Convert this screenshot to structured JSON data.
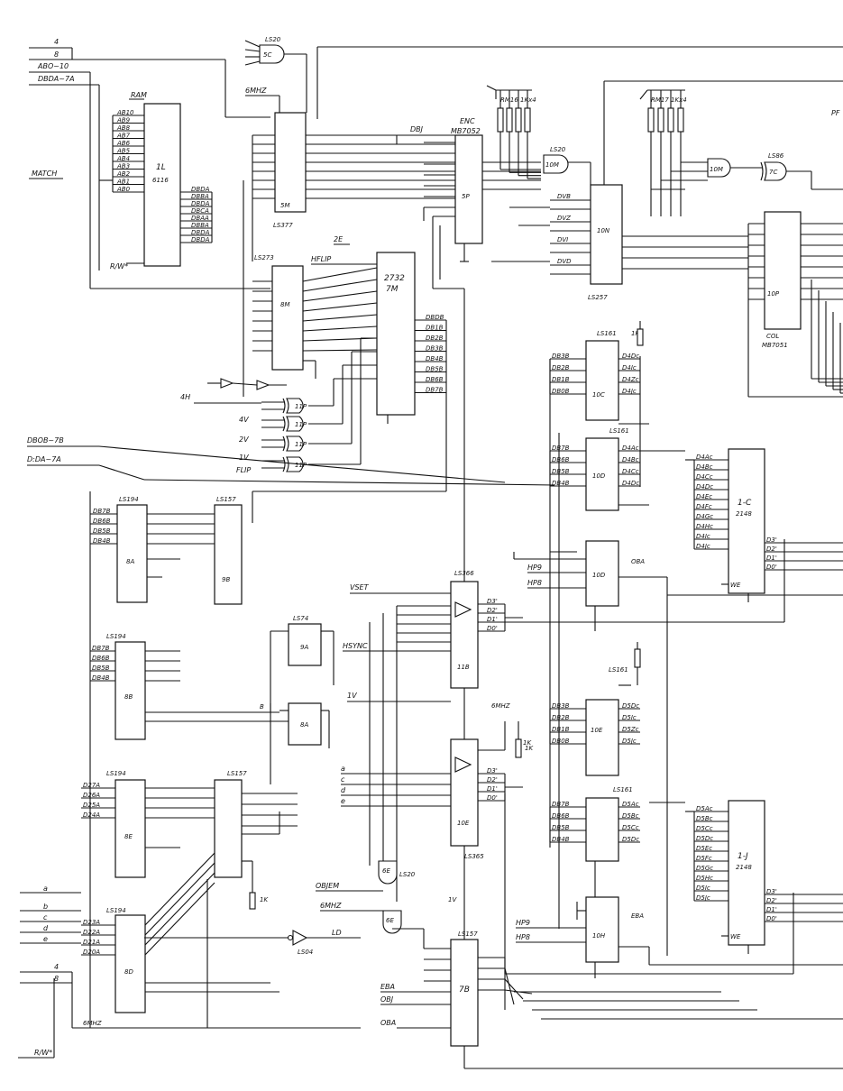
{
  "signals": {
    "top_in": [
      "4",
      "8"
    ],
    "abo": "ABO~10",
    "dbda": "DBDA~7A",
    "match": "MATCH",
    "rw": "R/W*",
    "sixmhz": "6MHZ",
    "dbob": "DBOB~7B",
    "dida": "D:DA~7A",
    "hn": "4H",
    "v4": "4V",
    "v2": "2V",
    "v1": "1V",
    "flip": "FLIP",
    "hflip": "HFLIP",
    "twoe": "2E",
    "vset": "VSET",
    "hsync": "HSYNC",
    "one_v": "1V",
    "obj_em": "OBJEM",
    "six_mhz2": "6MHZ",
    "ld": "LD",
    "eba": "EBA",
    "obj": "OBJ",
    "oba": "OBA",
    "hpp": "HP9",
    "hp8": "HP8",
    "a_e": [
      "a",
      "c",
      "d",
      "e"
    ],
    "left_stack": [
      "a",
      "b",
      "c",
      "d",
      "e"
    ],
    "one_k": "1K",
    "dbj": "DBJ",
    "pf": "PF"
  },
  "chips": {
    "ls20_top": "LS20",
    "sc": "5C",
    "ram_label": "RAM",
    "ram_id": "1L",
    "ram_part": "6116",
    "ls377_top": "LS377",
    "ls377_top_id": "5M",
    "ls273": "LS273",
    "ls273_id": "8M",
    "eprom": "2732",
    "eprom_id": "7M",
    "enc_label": "ENC",
    "enc_part": "MB7052",
    "enc_id": "5P",
    "rm16": "RM16 1Kx4",
    "ls20_mid": "LS20",
    "ls20_mid_id": "10M",
    "ls257": "LS257",
    "ls257_id": "10N",
    "rm17": "RM17 1Kx4",
    "ls20_right": "10M",
    "ls86": "LS86",
    "ls86_id": "7C",
    "col": "COL",
    "col_part": "MB7051",
    "col_id": "10P",
    "ls194_a": "LS194",
    "ls194_a_id": "8A",
    "ls157_a": "LS157",
    "ls157_a_id": "9B",
    "ls194_b": "LS194",
    "ls194_b_id": "8B",
    "ls74_a": "LS74",
    "ls74_a_id": "9A",
    "ls74_b_id": "8A",
    "ls194_c": "LS194",
    "ls194_c_id": "8E",
    "ls157_b": "LS157",
    "ls194_d": "LS194",
    "ls194_d_id": "8D",
    "ls04": "LS04",
    "ls366_a": "LS366",
    "ls366_a_id": "11B",
    "ls366_b_id": "10E",
    "ls365": "LS365",
    "ls20_b": "LS20",
    "ls20_b_id": "6E",
    "ls20_c_id": "6E",
    "ls157_c": "LS157",
    "ls157_c_id": "7B",
    "ls161_a": "LS161",
    "ls161_a_id": "10C",
    "ls161_b": "LS161",
    "ls161_b_id": "10D",
    "ls161_c": "LS161",
    "ls161_c_id": "10E",
    "ls161_d": "LS161",
    "ls161_d_id": "10H",
    "ram2148_a": "2148",
    "ram2148_a_id": "1-C",
    "ram2148_b": "2148",
    "ram2148_b_id": "1-J",
    "xor_id": "11P"
  },
  "pins": {
    "ram_addr": [
      "AB10",
      "AB9",
      "AB8",
      "AB7",
      "AB6",
      "AB5",
      "AB4",
      "AB3",
      "AB2",
      "AB1",
      "AB0"
    ],
    "ram_data": [
      "DBDA",
      "DBBA",
      "DBDA",
      "DBCA",
      "DBAA",
      "DBBA",
      "DBDA",
      "DBDA"
    ],
    "ls257_in": [
      "DVB",
      "DVZ",
      "DVI",
      "DVD"
    ],
    "ls161a_in": [
      "DB3B",
      "DB2B",
      "DB1B",
      "DB0B"
    ],
    "ls161a_out": [
      "D4Dc",
      "D4Ic",
      "D4Zc",
      "D4Jc"
    ],
    "ls161b_in": [
      "DB7B",
      "DB6B",
      "DB5B",
      "DB4B"
    ],
    "ls161b_out": [
      "D4Ac",
      "D4Bc",
      "D4Cc",
      "D4Dc"
    ],
    "ram_a_addr": [
      "D4Ac",
      "D4Bc",
      "D4Cc",
      "D4Dc",
      "D4Ec",
      "D4Fc",
      "D4Gc",
      "D4Hc",
      "D4Ic",
      "D4Jc"
    ],
    "ram_a_data": [
      "D3'",
      "D2'",
      "D1'",
      "D0'"
    ],
    "ls194a_in": [
      "DB7B",
      "DB6B",
      "DB5B",
      "DB4B"
    ],
    "ls194b_in": [
      "DB7B",
      "DB6B",
      "DB5B",
      "DB4B"
    ],
    "ls194c_in": [
      "D27A",
      "D26A",
      "D25A",
      "D24A"
    ],
    "ls194d_in": [
      "D23A",
      "D22A",
      "D21A",
      "D20A"
    ],
    "ls161c_in": [
      "DB3B",
      "DB2B",
      "DB1B",
      "DB0B"
    ],
    "ls161c_out": [
      "D5Dc",
      "D5Ic",
      "D5Zc",
      "D5Jc"
    ],
    "ls161d_in": [
      "DB7B",
      "DB6B",
      "DB5B",
      "DB4B"
    ],
    "ls161d_out": [
      "D5Ac",
      "D5Bc",
      "D5Cc",
      "D5Dc"
    ],
    "ram_b_addr": [
      "D5Ac",
      "D5Bc",
      "D5Cc",
      "D5Dc",
      "D5Ec",
      "D5Fc",
      "D5Gc",
      "D5Hc",
      "D5Ic",
      "D5Jc"
    ],
    "ram_b_data": [
      "D3'",
      "D2'",
      "D1'",
      "D0'"
    ],
    "ls366_a_out": [
      "D3'",
      "D2'",
      "D1'",
      "D0'"
    ],
    "ls366_b_out": [
      "D3'",
      "D2'",
      "D1'",
      "D0'"
    ]
  }
}
